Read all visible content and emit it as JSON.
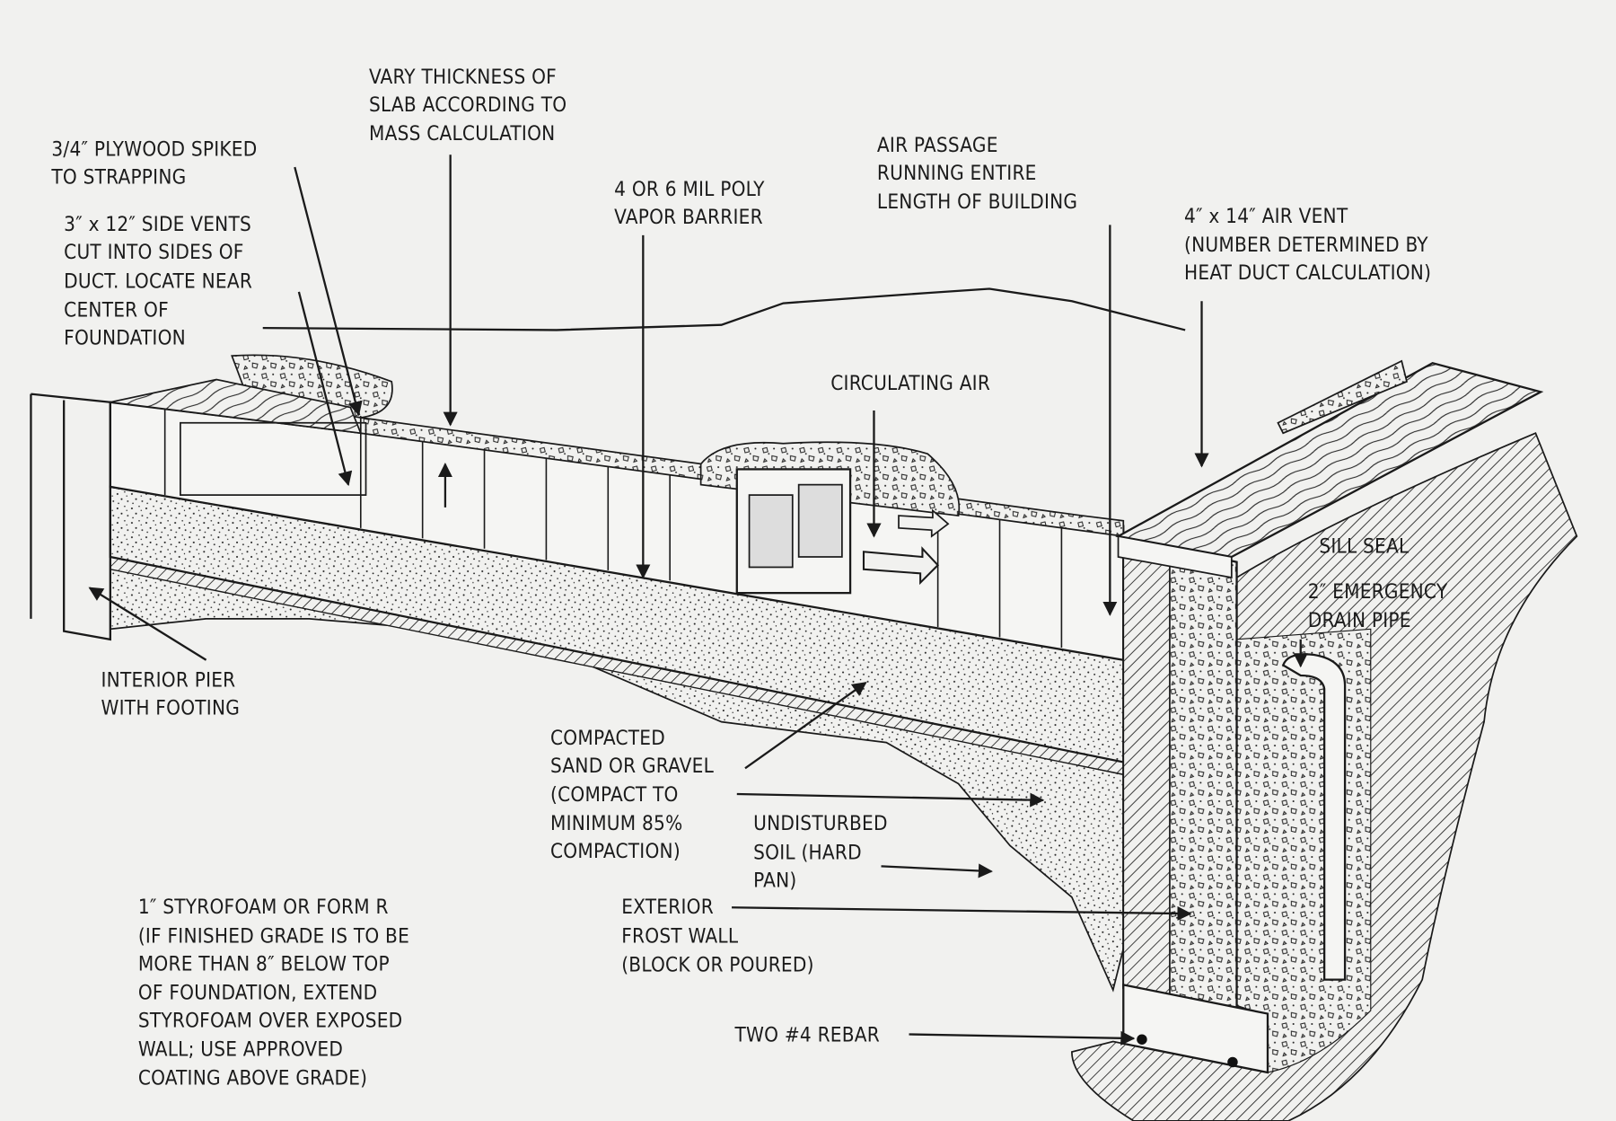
{
  "diagram": {
    "labels": {
      "plywood": [
        "3/4″ PLYWOOD SPIKED",
        "TO STRAPPING"
      ],
      "side_vents": [
        "3″ x 12″ SIDE VENTS",
        "CUT INTO SIDES OF",
        "DUCT. LOCATE NEAR",
        "CENTER OF",
        "FOUNDATION"
      ],
      "slab_thickness": [
        "VARY THICKNESS OF",
        "SLAB ACCORDING TO",
        "MASS CALCULATION"
      ],
      "vapor_barrier": [
        "4 OR 6 MIL POLY",
        "VAPOR BARRIER"
      ],
      "air_passage": [
        "AIR PASSAGE",
        "RUNNING ENTIRE",
        "LENGTH OF BUILDING"
      ],
      "air_vent": [
        "4″ x 14″ AIR VENT",
        "(NUMBER DETERMINED BY",
        "HEAT DUCT CALCULATION)"
      ],
      "circulating_air": [
        "CIRCULATING AIR"
      ],
      "sill_seal": [
        "SILL SEAL"
      ],
      "drain_pipe": [
        "2″ EMERGENCY",
        "DRAIN PIPE"
      ],
      "interior_pier": [
        "INTERIOR PIER",
        "WITH FOOTING"
      ],
      "compacted_sand": [
        "COMPACTED",
        "SAND OR GRAVEL",
        "(COMPACT TO",
        "MINIMUM 85%",
        "COMPACTION)"
      ],
      "undisturbed_soil": [
        "UNDISTURBED",
        "SOIL (HARD",
        "PAN)"
      ],
      "frost_wall": [
        "EXTERIOR",
        "FROST WALL",
        "(BLOCK OR POURED)"
      ],
      "rebar": [
        "TWO #4 REBAR"
      ],
      "styrofoam": [
        "1″ STYROFOAM OR FORM R",
        "(IF FINISHED GRADE IS TO BE",
        "MORE THAN 8″ BELOW TOP",
        "OF FOUNDATION, EXTEND",
        "STYROFOAM OVER EXPOSED",
        "WALL; USE APPROVED",
        "COATING ABOVE GRADE)"
      ]
    },
    "colors": {
      "paper": "#f1f1ef",
      "ink": "#1a1a1a"
    }
  }
}
